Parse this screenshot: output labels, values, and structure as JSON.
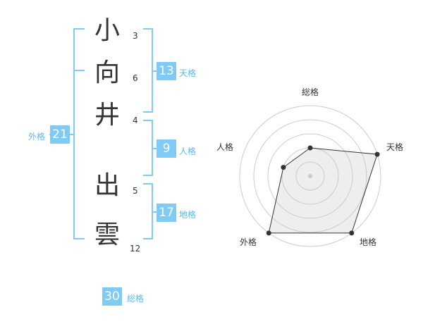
{
  "name_chars": [
    {
      "char": "小",
      "strokes": "3"
    },
    {
      "char": "向",
      "strokes": "6"
    },
    {
      "char": "井",
      "strokes": "4"
    },
    {
      "char": "出",
      "strokes": "5"
    },
    {
      "char": "雲",
      "strokes": "12"
    }
  ],
  "fortunes": {
    "tenkaku": {
      "value": "13",
      "label": "天格"
    },
    "jinkaku": {
      "value": "9",
      "label": "人格"
    },
    "chikaku": {
      "value": "17",
      "label": "地格"
    },
    "gaikaku": {
      "value": "21",
      "label": "外格"
    },
    "soukaku": {
      "value": "30",
      "label": "総格"
    }
  },
  "radar": {
    "axes": [
      "総格",
      "天格",
      "地格",
      "外格",
      "人格"
    ],
    "levels": [
      2,
      5,
      5,
      5,
      2
    ],
    "max_level": 5
  },
  "colors": {
    "accent": "#7ecbf5",
    "label": "#5bb8ee",
    "text": "#333333"
  }
}
